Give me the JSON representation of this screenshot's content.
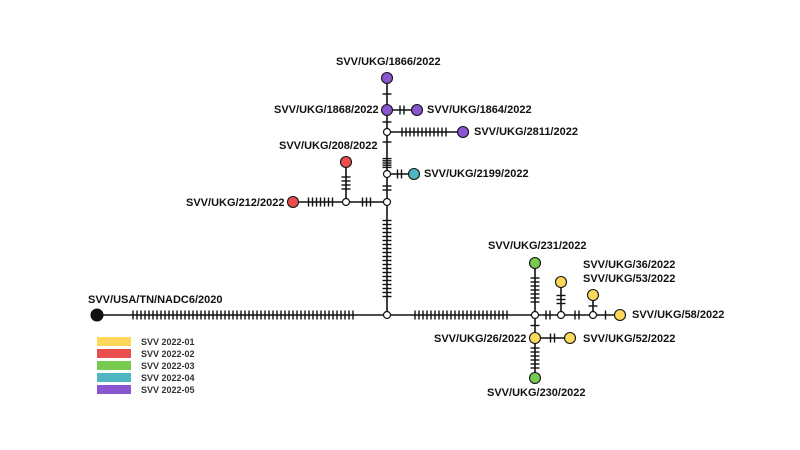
{
  "colors": {
    "root": "#111111",
    "2022-01": "#fdd85a",
    "2022-02": "#ea4e4e",
    "2022-03": "#77c94f",
    "2022-04": "#4fb6c2",
    "2022-05": "#8a55d0",
    "median": "#ffffff"
  },
  "sequences": [
    {
      "id": "root",
      "label": "SVV/USA/TN/NADC6/2020",
      "group": "root"
    },
    {
      "id": "u1866",
      "label": "SVV/UKG/1866/2022",
      "group": "2022-05"
    },
    {
      "id": "u1868",
      "label": "SVV/UKG/1868/2022",
      "group": "2022-05"
    },
    {
      "id": "u1864",
      "label": "SVV/UKG/1864/2022",
      "group": "2022-05"
    },
    {
      "id": "u2811",
      "label": "SVV/UKG/2811/2022",
      "group": "2022-05"
    },
    {
      "id": "u208",
      "label": "SVV/UKG/208/2022",
      "group": "2022-02"
    },
    {
      "id": "u2199",
      "label": "SVV/UKG/2199/2022",
      "group": "2022-04"
    },
    {
      "id": "u212",
      "label": "SVV/UKG/212/2022",
      "group": "2022-02"
    },
    {
      "id": "u231",
      "label": "SVV/UKG/231/2022",
      "group": "2022-03"
    },
    {
      "id": "u36",
      "label": "SVV/UKG/36/2022",
      "group": "2022-01"
    },
    {
      "id": "u53",
      "label": "SVV/UKG/53/2022",
      "group": "2022-01"
    },
    {
      "id": "u58",
      "label": "SVV/UKG/58/2022",
      "group": "2022-01"
    },
    {
      "id": "u26",
      "label": "SVV/UKG/26/2022",
      "group": "2022-01"
    },
    {
      "id": "u52",
      "label": "SVV/UKG/52/2022",
      "group": "2022-01"
    },
    {
      "id": "u230",
      "label": "SVV/UKG/230/2022",
      "group": "2022-03"
    }
  ],
  "edges": [
    {
      "from": "root",
      "to": "m1",
      "mutations": 56
    },
    {
      "from": "m1",
      "to": "m2",
      "mutations": 20
    },
    {
      "from": "m2",
      "to": "m3",
      "mutations": 2
    },
    {
      "from": "m3",
      "to": "m4",
      "mutations": 5
    },
    {
      "from": "m4",
      "to": "m5",
      "mutations": 1
    },
    {
      "from": "m5",
      "to": "u1868",
      "mutations": 1
    },
    {
      "from": "u1868",
      "to": "u1866",
      "mutations": 1
    },
    {
      "from": "u1868",
      "to": "u1864",
      "mutations": 2
    },
    {
      "from": "m5",
      "to": "u2811",
      "mutations": 12
    },
    {
      "from": "m3",
      "to": "u2199",
      "mutations": 2
    },
    {
      "from": "m2",
      "to": "m6",
      "mutations": 3
    },
    {
      "from": "m6",
      "to": "u208",
      "mutations": 4
    },
    {
      "from": "m6",
      "to": "u212",
      "mutations": 7
    },
    {
      "from": "m1",
      "to": "m7",
      "mutations": 24
    },
    {
      "from": "m7",
      "to": "u231",
      "mutations": 7
    },
    {
      "from": "m7",
      "to": "u26",
      "mutations": 1
    },
    {
      "from": "u26",
      "to": "u52",
      "mutations": 2
    },
    {
      "from": "u26",
      "to": "u230",
      "mutations": 6
    },
    {
      "from": "m7",
      "to": "m8",
      "mutations": 2
    },
    {
      "from": "m8",
      "to": "u36",
      "mutations": 3
    },
    {
      "from": "m8",
      "to": "m9",
      "mutations": 2
    },
    {
      "from": "m9",
      "to": "u53",
      "mutations": 1
    },
    {
      "from": "m9",
      "to": "u58",
      "mutations": 1
    }
  ],
  "legend": [
    {
      "label": "SVV 2022-01",
      "color": "#fdd85a"
    },
    {
      "label": "SVV 2022-02",
      "color": "#ea4e4e"
    },
    {
      "label": "SVV 2022-03",
      "color": "#77c94f"
    },
    {
      "label": "SVV 2022-04",
      "color": "#4fb6c2"
    },
    {
      "label": "SVV 2022-05",
      "color": "#8a55d0"
    }
  ]
}
